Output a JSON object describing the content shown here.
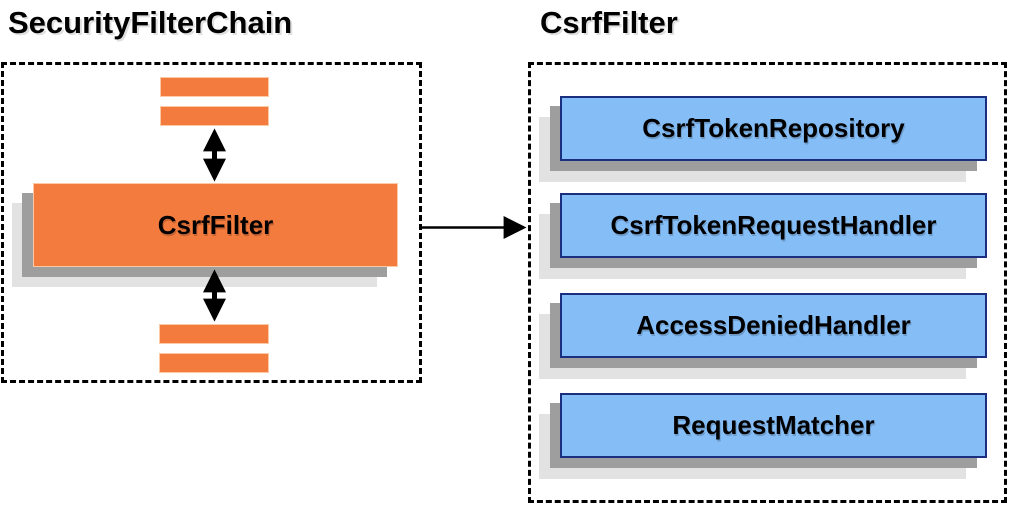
{
  "diagram": {
    "left_panel": {
      "title": "SecurityFilterChain",
      "main_filter_label": "CsrfFilter"
    },
    "right_panel": {
      "title": "CsrfFilter",
      "components": [
        "CsrfTokenRepository",
        "CsrfTokenRequestHandler",
        "AccessDeniedHandler",
        "RequestMatcher"
      ]
    }
  },
  "colors": {
    "orange": "#f47b3e",
    "orange_edge": "#fbc9a4",
    "blue_fill": "#85bdf7",
    "blue_border": "#1b2f80",
    "shadow_dark": "#9e9e9e",
    "shadow_light": "#e2e2e2",
    "line": "#000000"
  }
}
